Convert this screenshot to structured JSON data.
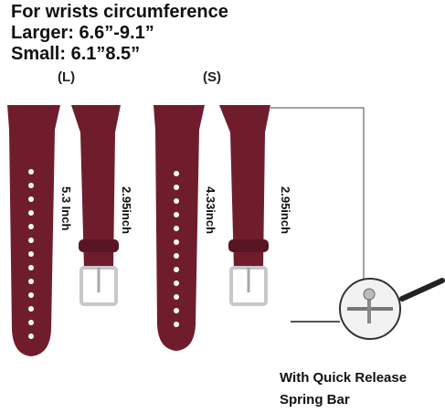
{
  "header": {
    "line1": "For wrists circumference",
    "line2": "Larger: 6.6”-9.1”",
    "line3": "Small: 6.1”8.5”"
  },
  "sizes": {
    "large": {
      "label": "(L)",
      "long_length": "5.3 Inch",
      "short_length": "2.95inch"
    },
    "small": {
      "label": "(S)",
      "long_length": "4.33inch",
      "short_length": "2.95inch"
    }
  },
  "caption": {
    "line1": "With Quick Release",
    "line2": "Spring Bar"
  },
  "colors": {
    "strap": "#6f1d2d",
    "strap_shade": "#5a1524",
    "buckle": "#c8c8c8"
  }
}
